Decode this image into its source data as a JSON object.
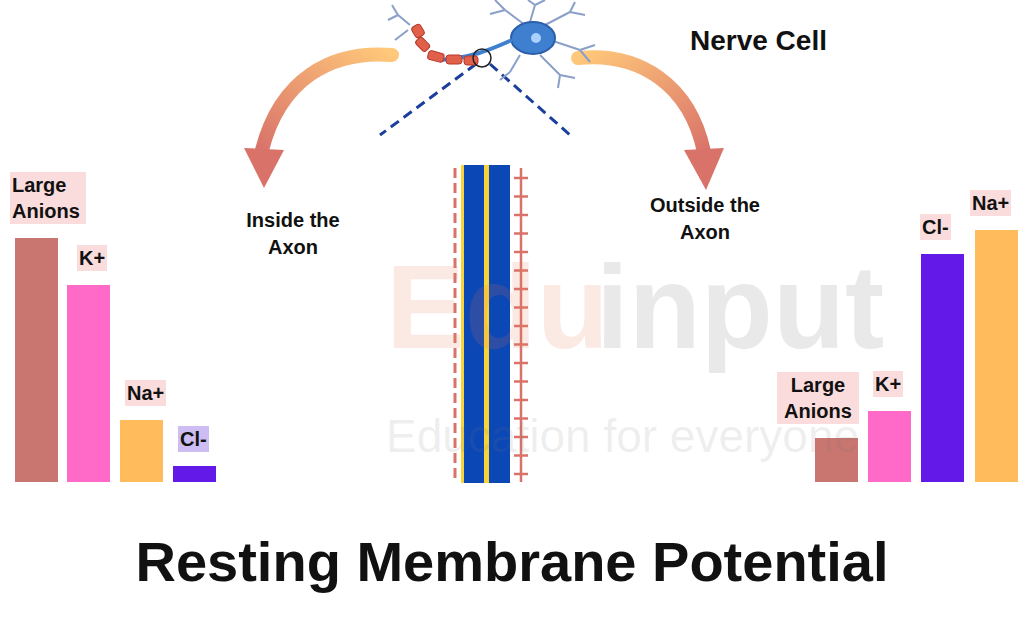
{
  "diagram": {
    "title": "Resting Membrane Potential",
    "nodes": [
      {
        "text": [
          "Large Anions"
        ]
      },
      {
        "text": [
          "K+"
        ]
      },
      {
        "text": [
          "Na+"
        ]
      },
      {
        "text": [
          "Cl-"
        ]
      },
      {
        "text": [
          "Large Anions"
        ]
      },
      {
        "text": [
          "K+"
        ]
      },
      {
        "text": [
          "Cl-"
        ]
      },
      {
        "text": [
          "Na+"
        ]
      }
    ],
    "labels": [
      "Nerve Cell",
      "Inside the Axon",
      "Outside the Axon",
      "Edu",
      "input",
      "Education for everyone"
    ]
  }
}
